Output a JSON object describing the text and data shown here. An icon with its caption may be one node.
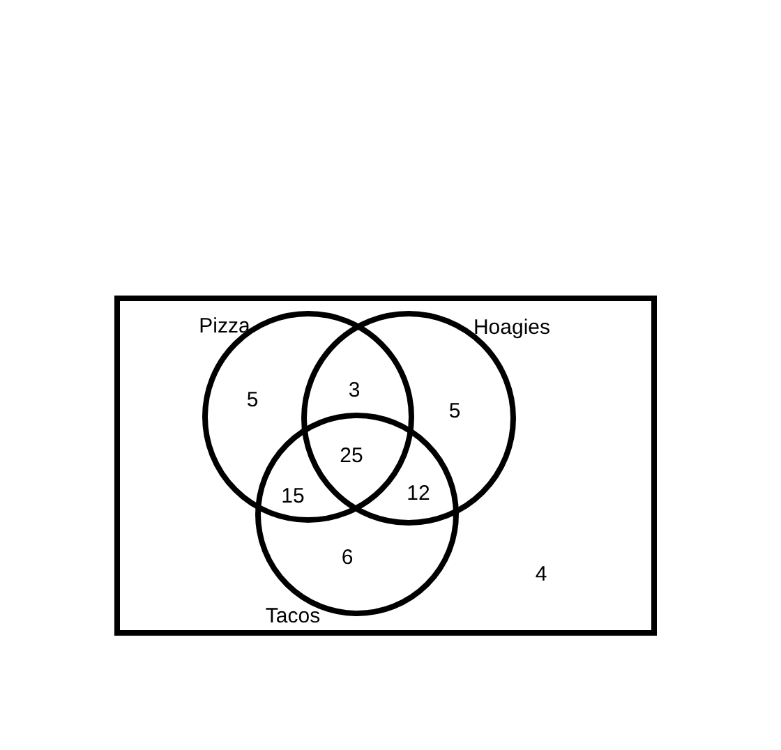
{
  "diagram": {
    "nodes": [
      {
        "text": [],
        "shape": "box"
      },
      {
        "text": [
          "Pizza"
        ],
        "in": 0
      },
      {
        "text": [
          "Hoagies"
        ],
        "in": 0
      },
      {
        "text": [
          "Tacos"
        ],
        "in": 0
      }
    ],
    "edges": [],
    "labels": [
      "5",
      "3",
      "5",
      "25",
      "15",
      "12",
      "6",
      "4"
    ]
  }
}
